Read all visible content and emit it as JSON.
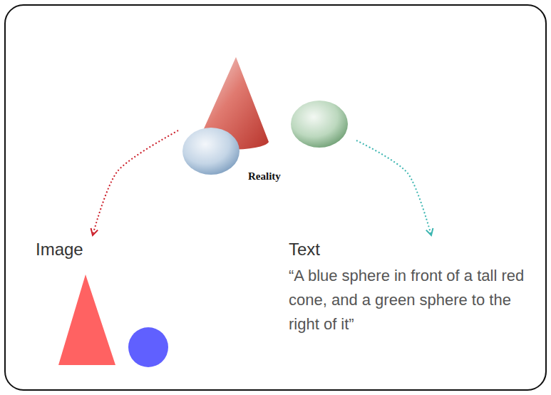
{
  "diagram": {
    "nodes": [
      {
        "text": [
          "Reality"
        ]
      },
      {
        "text": [
          "Image"
        ]
      },
      {
        "text": [
          "Text",
          "“A blue sphere in front of a tall red cone, and a green sphere to the right of it”"
        ]
      }
    ],
    "edges": [
      {
        "from": 0,
        "to": 1,
        "arrow": "to"
      },
      {
        "from": 0,
        "to": 2,
        "arrow": "to"
      }
    ]
  }
}
